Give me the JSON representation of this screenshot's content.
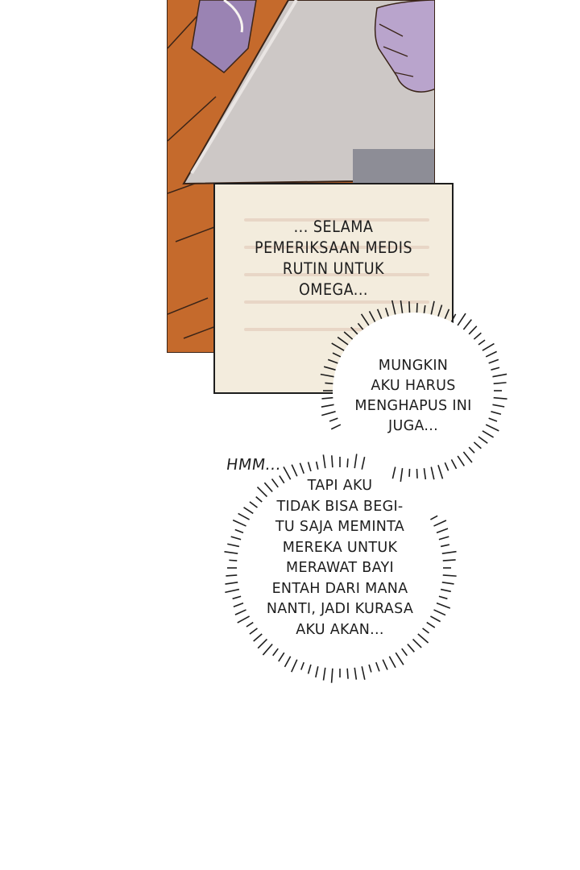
{
  "caption": {
    "lines": [
      "... SELAMA",
      "PEMERIKSAAN MEDIS",
      "RUTIN UNTUK",
      "OMEGA..."
    ]
  },
  "bubble_top": {
    "lines": [
      "MUNGKIN",
      "AKU HARUS",
      "MENGHAPUS INI",
      "JUGA..."
    ]
  },
  "bubble_bottom": {
    "lines": [
      "TAPI AKU",
      "TIDAK BISA BEGI-",
      "TU SAJA MEMINTA",
      "MEREKA UNTUK",
      "MERAWAT BAYI",
      "ENTAH DARI MANA",
      "NANTI, JADI KURASA",
      "AKU AKAN..."
    ]
  },
  "sfx": {
    "text": "HMM..."
  },
  "colors": {
    "panel_bg": "#c56a2c",
    "tablet": "#cdc8c6",
    "hand": "#b9a4cc",
    "caption_bg": "#f3ecdd"
  }
}
